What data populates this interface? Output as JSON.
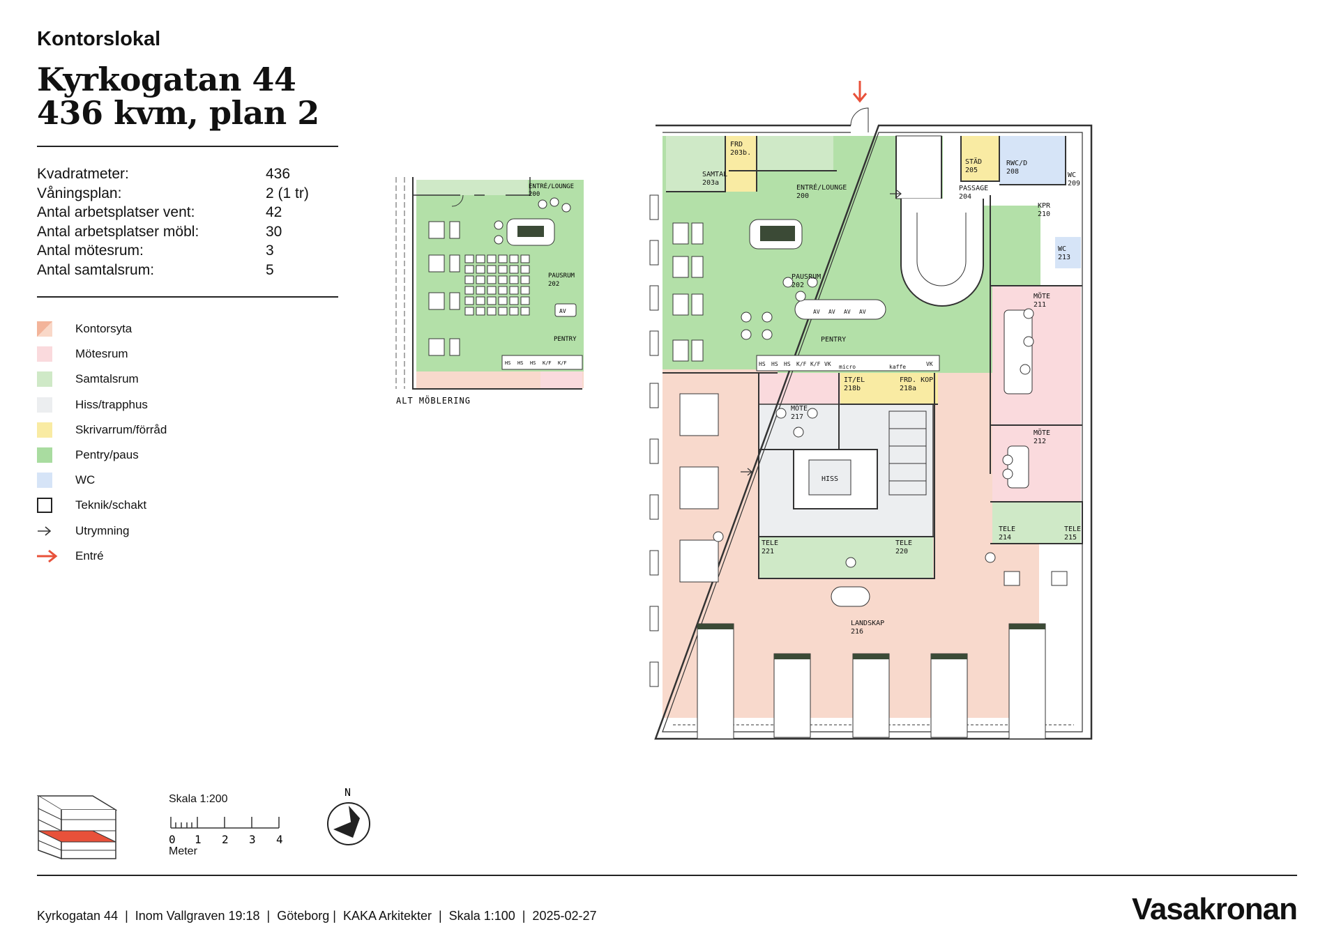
{
  "header": {
    "kicker": "Kontorslokal",
    "title_line1": "Kyrkogatan 44",
    "title_line2": "436 kvm, plan 2"
  },
  "facts": [
    {
      "key": "Kvadratmeter:",
      "value": "436"
    },
    {
      "key": "Våningsplan:",
      "value": "2 (1 tr)"
    },
    {
      "key": "Antal arbetsplatser vent:",
      "value": "42"
    },
    {
      "key": "Antal arbetsplatser möbl:",
      "value": "30"
    },
    {
      "key": "Antal mötesrum:",
      "value": "3"
    },
    {
      "key": "Antal samtalsrum:",
      "value": "5"
    }
  ],
  "legend": [
    {
      "label": "Kontorsyta",
      "color": "#f8cdb8",
      "icon": "hatch-swatch"
    },
    {
      "label": "Mötesrum",
      "color": "#fadadd",
      "icon": "swatch"
    },
    {
      "label": "Samtalsrum",
      "color": "#cfe9c7",
      "icon": "swatch"
    },
    {
      "label": "Hiss/trapphus",
      "color": "#eceef0",
      "icon": "swatch"
    },
    {
      "label": "Skrivarrum/förråd",
      "color": "#f9eba3",
      "icon": "swatch"
    },
    {
      "label": "Pentry/paus",
      "color": "#a9dca0",
      "icon": "swatch"
    },
    {
      "label": "WC",
      "color": "#d6e4f7",
      "icon": "swatch"
    },
    {
      "label": "Teknik/schakt",
      "color": "#ffffff",
      "icon": "outline-swatch"
    },
    {
      "label": "Utrymning",
      "color": "#333333",
      "icon": "exit-arrow-icon"
    },
    {
      "label": "Entré",
      "color": "#e8513a",
      "icon": "entrance-arrow-icon"
    }
  ],
  "alt_layout": {
    "caption": "ALT MÖBLERING",
    "rooms": [
      {
        "name": "ENTRÉ/LOUNGE",
        "num": "200"
      },
      {
        "name": "PAUSRUM",
        "num": "202"
      },
      {
        "name": "PENTRY",
        "num": ""
      }
    ],
    "appliances": [
      "HS",
      "HS",
      "HS",
      "K/F",
      "K/F"
    ],
    "av": "AV"
  },
  "plan": {
    "rooms": [
      {
        "name": "FRD",
        "num": "203b."
      },
      {
        "name": "SAMTAL",
        "num": "203a"
      },
      {
        "name": "ENTRÉ/LOUNGE",
        "num": "200"
      },
      {
        "name": "STÄD",
        "num": "205"
      },
      {
        "name": "RWC/D",
        "num": "208"
      },
      {
        "name": "WC",
        "num": "209"
      },
      {
        "name": "PASSAGE",
        "num": "204"
      },
      {
        "name": "KPR",
        "num": "210"
      },
      {
        "name": "WC",
        "num": "213"
      },
      {
        "name": "PAUSRUM",
        "num": "202"
      },
      {
        "name": "PENTRY",
        "num": ""
      },
      {
        "name": "MÖTE",
        "num": "211"
      },
      {
        "name": "IT/EL",
        "num": "218b"
      },
      {
        "name": "FRD. KOP",
        "num": "218a"
      },
      {
        "name": "MÖTE",
        "num": "217"
      },
      {
        "name": "MÖTE",
        "num": "212"
      },
      {
        "name": "HISS",
        "num": ""
      },
      {
        "name": "TELE",
        "num": "214"
      },
      {
        "name": "TELE",
        "num": "215"
      },
      {
        "name": "TELE",
        "num": "221"
      },
      {
        "name": "TELE",
        "num": "220"
      },
      {
        "name": "LANDSKAP",
        "num": "216"
      }
    ],
    "pentry_labels": [
      "HS",
      "HS",
      "HS",
      "K/F",
      "K/F",
      "VK",
      "micro",
      "kaffe",
      "VK"
    ],
    "av_labels": [
      "AV",
      "AV",
      "AV",
      "AV"
    ]
  },
  "scale": {
    "title": "Skala 1:200",
    "ticks": [
      "0",
      "1",
      "2",
      "3",
      "4"
    ],
    "unit": "Meter"
  },
  "compass": {
    "label": "N"
  },
  "footer": {
    "text": "Kyrkogatan 44  |  Inom Vallgraven 19:18  |  Göteborg |  KAKA Arkitekter  |  Skala 1:100  |  2025-02-27"
  },
  "brand": "Vasakronan",
  "colors": {
    "office": "#f8d9cc",
    "meeting": "#fadadd",
    "call": "#cfe9c7",
    "stair": "#eceef0",
    "storage": "#f9eba3",
    "pentry": "#b3e0a8",
    "wc": "#d6e4f7",
    "entrance": "#e8513a"
  }
}
